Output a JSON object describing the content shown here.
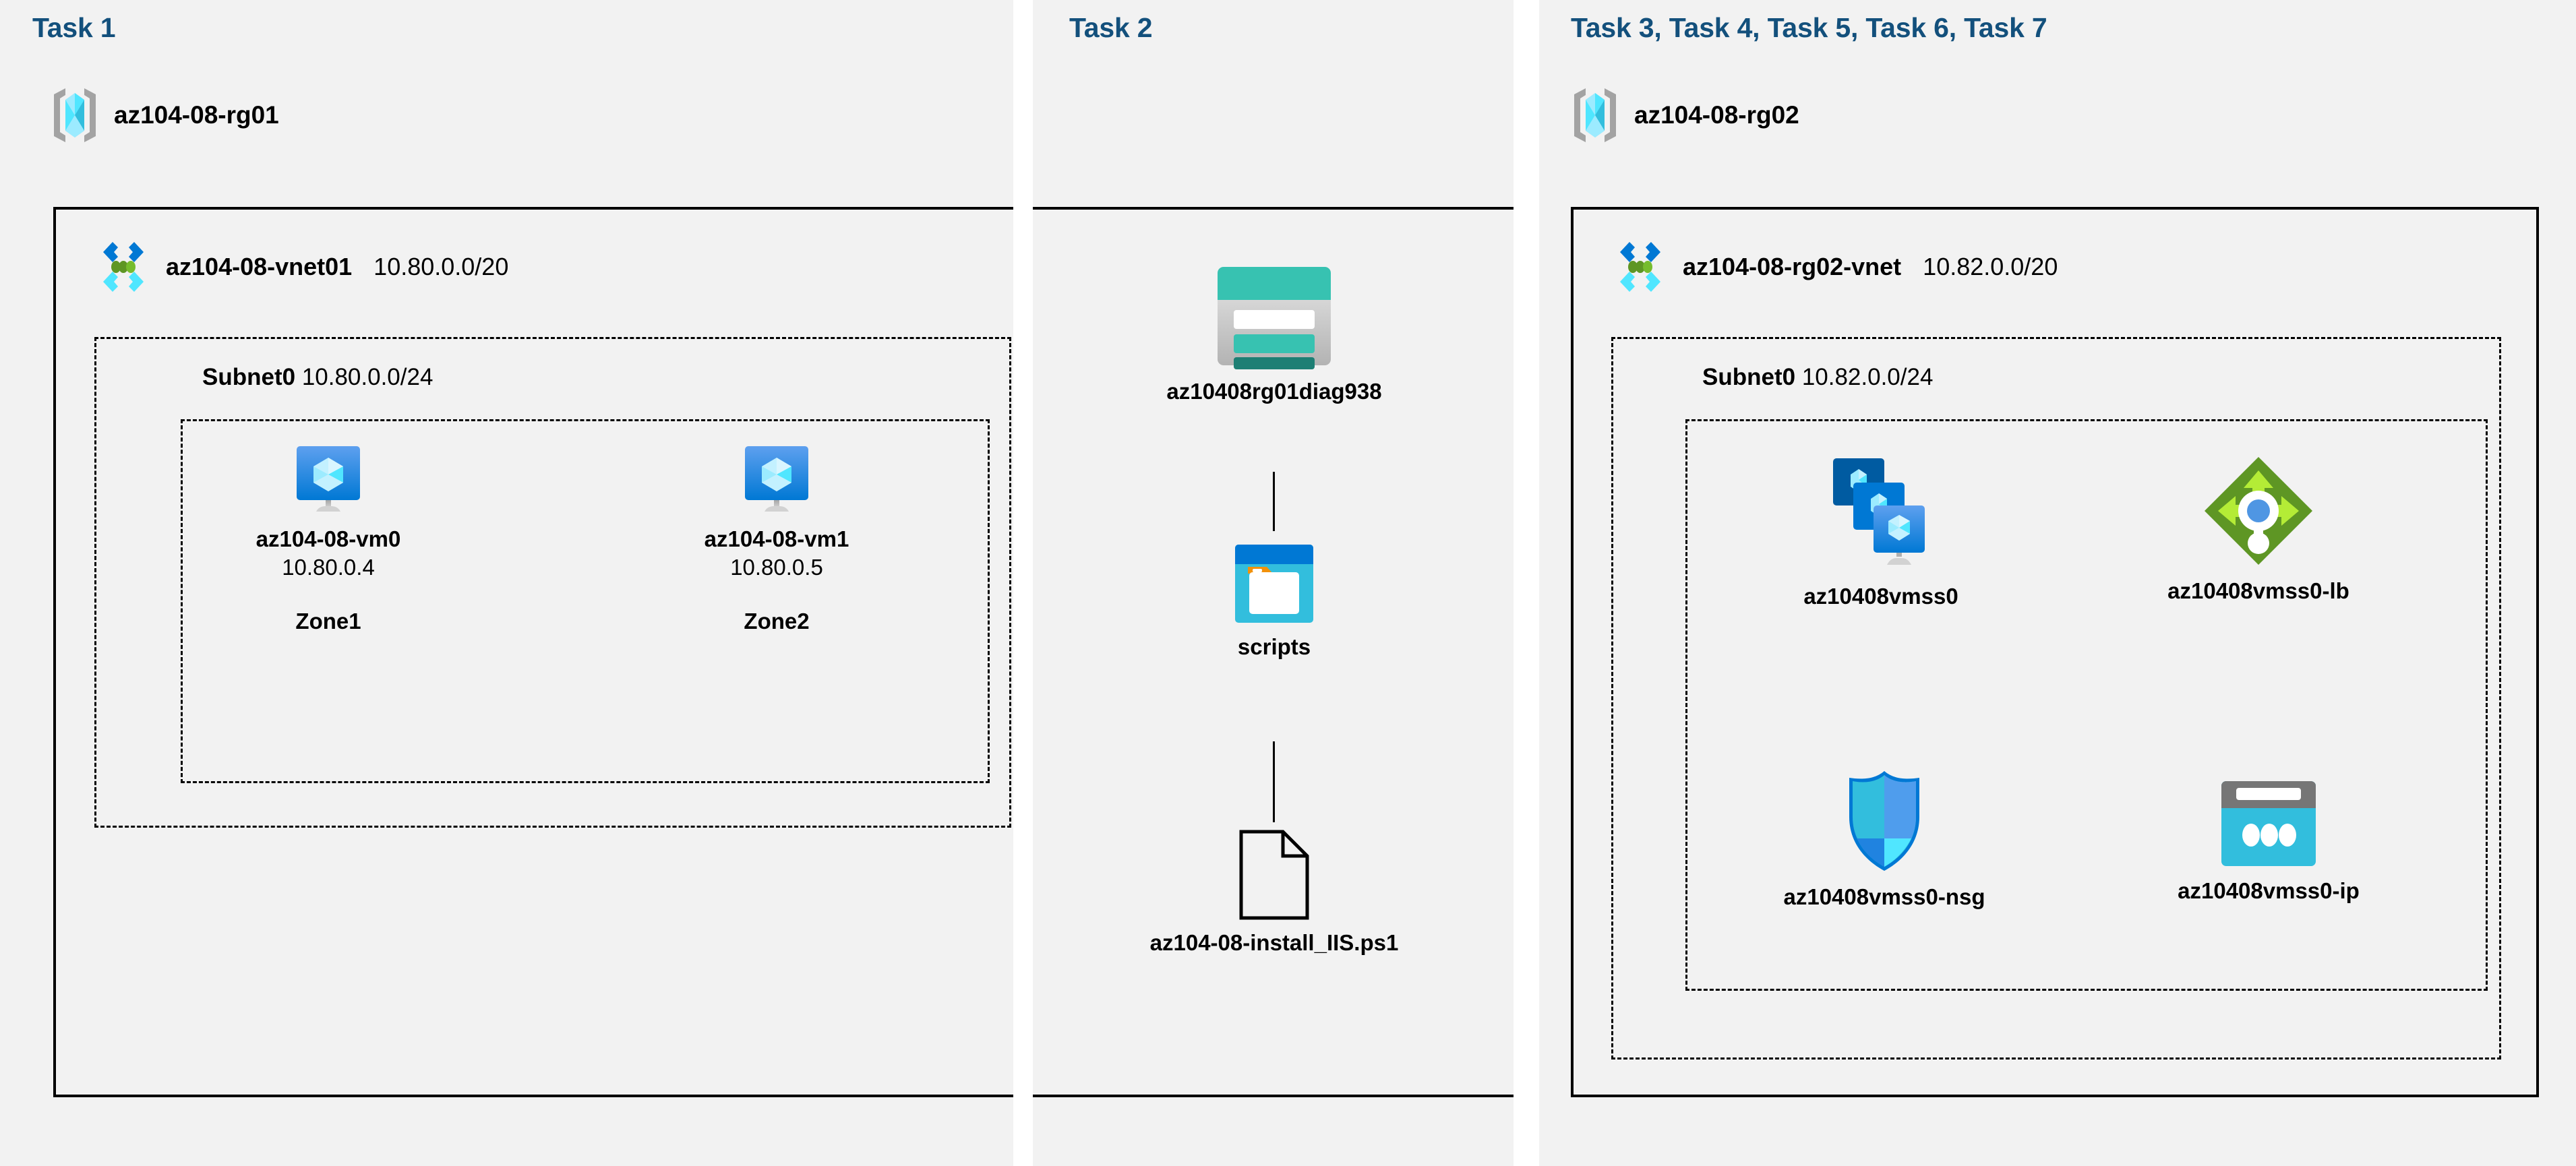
{
  "panels": [
    {
      "task_label": "Task 1"
    },
    {
      "task_label": "Task 2"
    },
    {
      "task_label": "Task 3, Task 4, Task 5, Task 6, Task 7"
    }
  ],
  "task1": {
    "label": "Task 1",
    "resource_group": {
      "name": "az104-08-rg01",
      "icon": "resource-group-icon"
    },
    "vnet": {
      "name": "az104-08-vnet01",
      "cidr": "10.80.0.0/20",
      "icon": "virtual-network-icon"
    },
    "subnet": {
      "name": "Subnet0",
      "cidr": "10.80.0.0/24"
    },
    "vms": [
      {
        "name": "az104-08-vm0",
        "ip": "10.80.0.4",
        "zone": "Zone1",
        "icon": "virtual-machine-icon"
      },
      {
        "name": "az104-08-vm1",
        "ip": "10.80.0.5",
        "zone": "Zone2",
        "icon": "virtual-machine-icon"
      }
    ]
  },
  "task2": {
    "label": "Task 2",
    "storage_account": {
      "name": "az10408rg01diag938",
      "icon": "storage-account-icon"
    },
    "container": {
      "name": "scripts",
      "icon": "blob-container-icon"
    },
    "file": {
      "name": "az104-08-install_IIS.ps1",
      "icon": "file-icon"
    }
  },
  "task3": {
    "label": "Task 3, Task 4, Task 5, Task 6, Task 7",
    "resource_group": {
      "name": "az104-08-rg02",
      "icon": "resource-group-icon"
    },
    "vnet": {
      "name": "az104-08-rg02-vnet",
      "cidr": "10.82.0.0/20",
      "icon": "virtual-network-icon"
    },
    "subnet": {
      "name": "Subnet0",
      "cidr": "10.82.0.0/24"
    },
    "resources": [
      {
        "name": "az10408vmss0",
        "icon": "vm-scale-set-icon"
      },
      {
        "name": "az10408vmss0-lb",
        "icon": "load-balancer-icon"
      },
      {
        "name": "az10408vmss0-nsg",
        "icon": "network-security-group-icon"
      },
      {
        "name": "az10408vmss0-ip",
        "icon": "public-ip-address-icon"
      }
    ]
  },
  "colors": {
    "panel_background": "#f2f2f2",
    "task_label": "#13507c",
    "border": "#000000",
    "azure_blue": "#0078d4",
    "azure_cyan": "#50e6ff",
    "storage_teal": "#37c2b1",
    "lb_green": "#6bb424",
    "page_background": "#ffffff"
  }
}
